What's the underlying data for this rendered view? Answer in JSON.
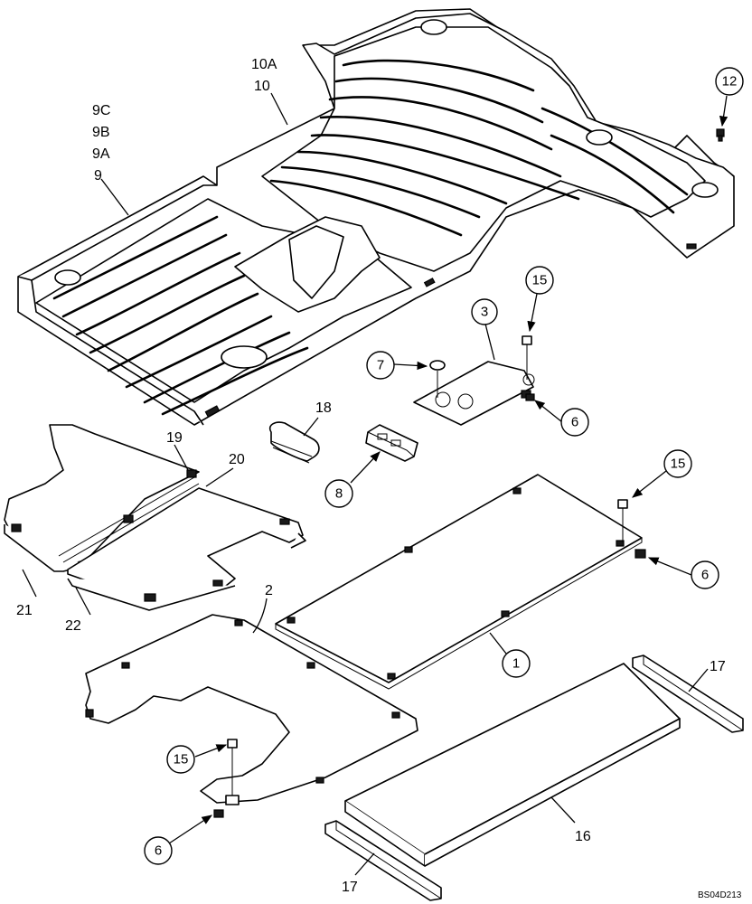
{
  "drawing_code": "BS04D213",
  "callouts": {
    "c1": "1",
    "c3": "3",
    "c6a": "6",
    "c6b": "6",
    "c6c": "6",
    "c7": "7",
    "c8": "8",
    "c12": "12",
    "c15a": "15",
    "c15b": "15",
    "c15c": "15"
  },
  "labels": {
    "l10a": "10A",
    "l10": "10",
    "l9c": "9C",
    "l9b": "9B",
    "l9a": "9A",
    "l9": "9",
    "l18": "18",
    "l19": "19",
    "l20": "20",
    "l21": "21",
    "l22": "22",
    "l2": "2",
    "l16": "16",
    "l17a": "17",
    "l17b": "17"
  }
}
